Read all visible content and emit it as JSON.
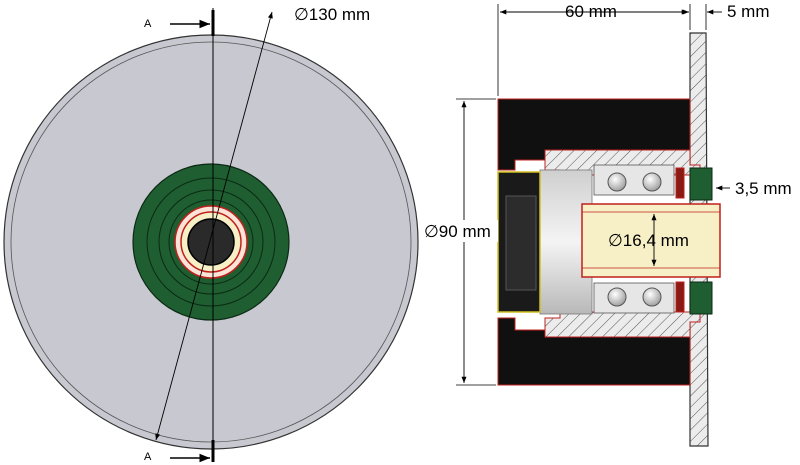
{
  "front_view": {
    "section_mark_top": "A",
    "section_mark_bottom": "A",
    "outer_diameter": "∅130 mm"
  },
  "section_view": {
    "overall_length": "60 mm",
    "flange_thickness": "5 mm",
    "tire_diameter": "∅90 mm",
    "bore_diameter": "∅16,4 mm",
    "seal_gap": "3,5 mm"
  },
  "colors": {
    "disc": "#c7c8d0",
    "tire": "#101010",
    "seal": "#1f5e30",
    "sleeve": "#f7efc6",
    "bore": "#2a2a2a",
    "hatch_red": "#c0201c"
  }
}
